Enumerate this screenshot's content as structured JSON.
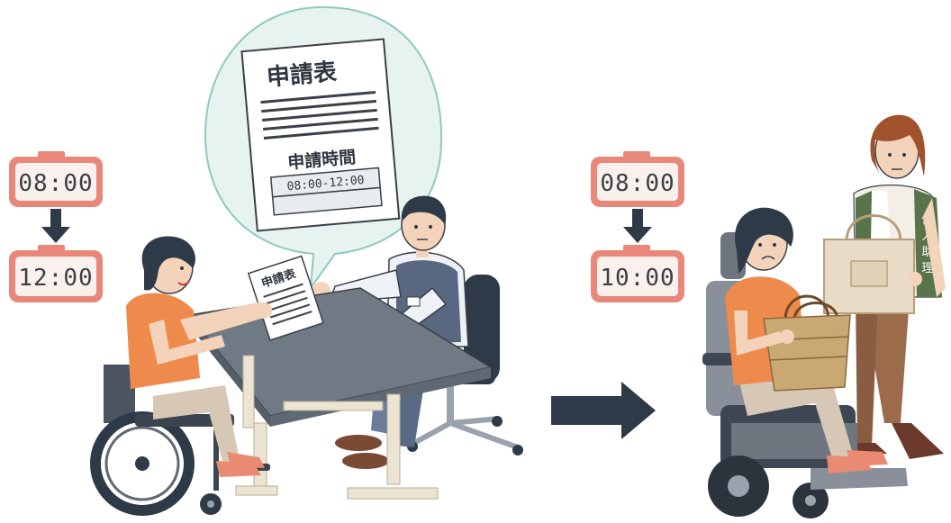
{
  "left_timeline": {
    "start_time": "08:00",
    "end_time": "12:00"
  },
  "application_form": {
    "title": "申請表",
    "section_label": "申請時間",
    "time_range": "08:00-12:00"
  },
  "handheld_form_title": "申請表",
  "right_timeline": {
    "start_time": "08:00",
    "end_time": "10:00"
  },
  "assistant_vest_label": [
    "個",
    "人",
    "助",
    "理"
  ],
  "colors": {
    "clock_frame": "#e8877a",
    "clock_face": "#fbf1ec",
    "arrow": "#2f3a48",
    "bubble_fill": "#e6f3ef",
    "bubble_stroke": "#8fc9c4",
    "table_top": "#707a85",
    "orange_shirt": "#ee8a4c",
    "vest": "#5a6780"
  }
}
